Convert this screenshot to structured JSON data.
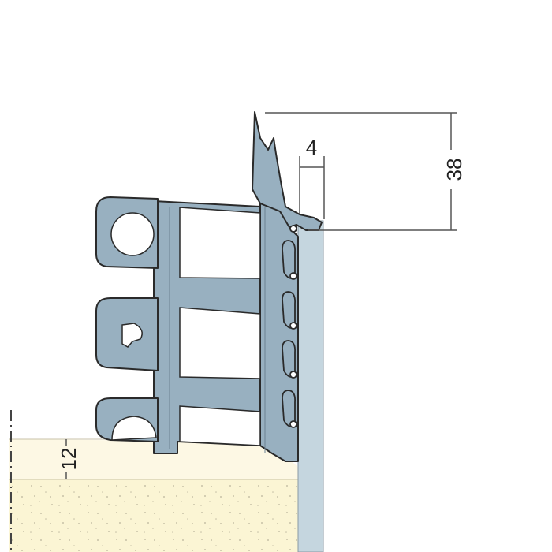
{
  "diagram": {
    "type": "profile-cross-section",
    "colors": {
      "profile": "#98b0c0",
      "profile_outline": "#2a2a2a",
      "strip": "#c5d6df",
      "render_layer": "#fdf8e4",
      "insulation": "#fbf5d4",
      "dim_line": "#555555"
    },
    "dimensions": {
      "height": "38",
      "nose_width": "4",
      "render_thickness": "12"
    }
  }
}
